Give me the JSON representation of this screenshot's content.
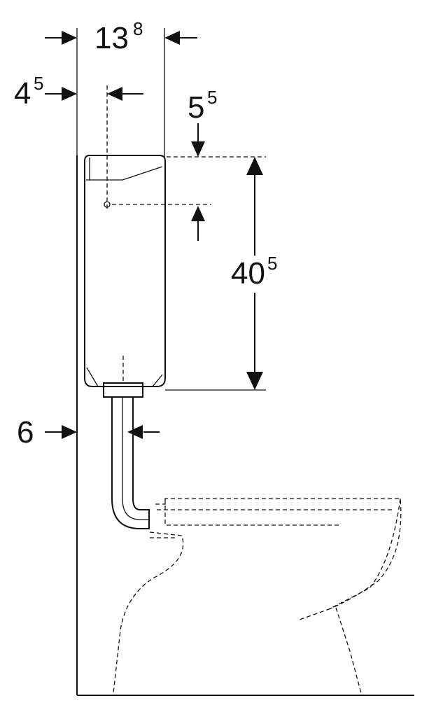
{
  "dimensions": {
    "width_cistern": {
      "main": "13",
      "sup": "8"
    },
    "flush_offset": {
      "main": "4",
      "sup": "5"
    },
    "top_to_button": {
      "main": "5",
      "sup": "5"
    },
    "cistern_height": {
      "main": "40",
      "sup": "5"
    },
    "wall_gap": {
      "main": "6",
      "sup": ""
    }
  }
}
